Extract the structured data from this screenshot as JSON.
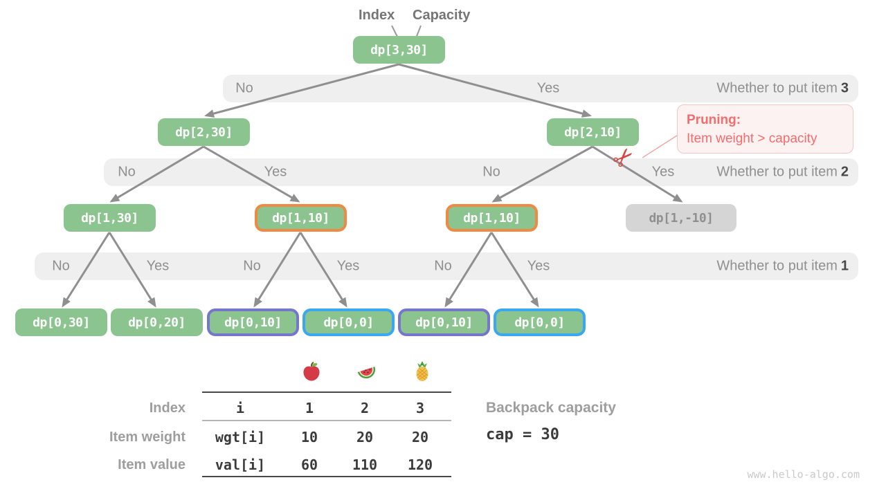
{
  "header": {
    "index_label": "Index",
    "capacity_label": "Capacity"
  },
  "nodes": {
    "root": "dp[3,30]",
    "n2_30": "dp[2,30]",
    "n2_10": "dp[2,10]",
    "n1_30": "dp[1,30]",
    "n1_10a": "dp[1,10]",
    "n1_10b": "dp[1,10]",
    "n1_neg10": "dp[1,-10]",
    "l0_30": "dp[0,30]",
    "l0_20": "dp[0,20]",
    "l0_10a": "dp[0,10]",
    "l0_0a": "dp[0,0]",
    "l0_10b": "dp[0,10]",
    "l0_0b": "dp[0,0]"
  },
  "bands": [
    {
      "labels": [
        "No",
        "Yes"
      ],
      "question": "Whether to put item",
      "item": "3"
    },
    {
      "labels": [
        "No",
        "Yes",
        "No",
        "Yes"
      ],
      "question": "Whether to put item",
      "item": "2"
    },
    {
      "labels": [
        "No",
        "Yes",
        "No",
        "Yes",
        "No",
        "Yes"
      ],
      "question": "Whether to put item",
      "item": "1"
    }
  ],
  "pruning": {
    "title": "Pruning:",
    "text": "Item weight > capacity"
  },
  "scissors_icon": "✂",
  "table": {
    "fruits": [
      "apple",
      "watermelon",
      "pineapple"
    ],
    "rows": [
      {
        "label": "Index",
        "cells": [
          "i",
          "1",
          "2",
          "3"
        ]
      },
      {
        "label": "Item weight",
        "cells": [
          "wgt[i]",
          "10",
          "20",
          "20"
        ]
      },
      {
        "label": "Item value",
        "cells": [
          "val[i]",
          "60",
          "110",
          "120"
        ]
      }
    ]
  },
  "capacity": {
    "label": "Backpack capacity",
    "value": "cap = 30"
  },
  "watermark": "www.hello-algo.com",
  "colors": {
    "node_green": "#8bc48e",
    "node_gray": "#d5d5d5",
    "border_orange": "#ef8a44",
    "border_purple": "#7577cd",
    "border_blue": "#3aa7f0",
    "band_bg": "#efefef",
    "edge_gray": "#8f8f8f",
    "pruning_red": "#f56c6c",
    "pruning_bg": "#fdf2f2"
  }
}
